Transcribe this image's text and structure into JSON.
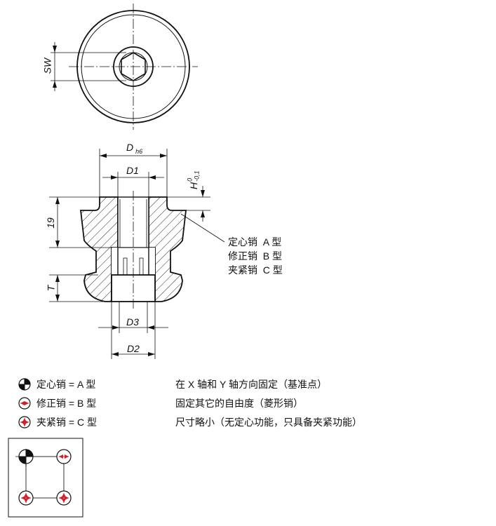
{
  "top_view": {
    "dim_sw": "SW"
  },
  "section": {
    "dim_d": "D",
    "dim_d_sub": "h6",
    "dim_d1": "D1",
    "dim_h": "H",
    "dim_h_upper": "0",
    "dim_h_lower": "-0,1",
    "dim_19": "19",
    "dim_t": "T",
    "dim_d3": "D3",
    "dim_d2": "D2",
    "callout": [
      "定心销  A 型",
      "修正销  B 型",
      "夹紧销  C 型"
    ]
  },
  "legend": [
    {
      "icon": "centering-pin-icon",
      "label": "定心销 = A 型",
      "desc": "在 X 轴和 Y 轴方向固定（基准点）"
    },
    {
      "icon": "diamond-pin-icon",
      "label": "修正销 = B 型",
      "desc": "固定其它的自由度（菱形销）"
    },
    {
      "icon": "clamping-pin-icon",
      "label": "夹紧销 = C 型",
      "desc": "尺寸略小（无定心功能，只具备夹紧功能）"
    }
  ],
  "colors": {
    "arrow_red": "#d0202a",
    "line": "#111111"
  }
}
